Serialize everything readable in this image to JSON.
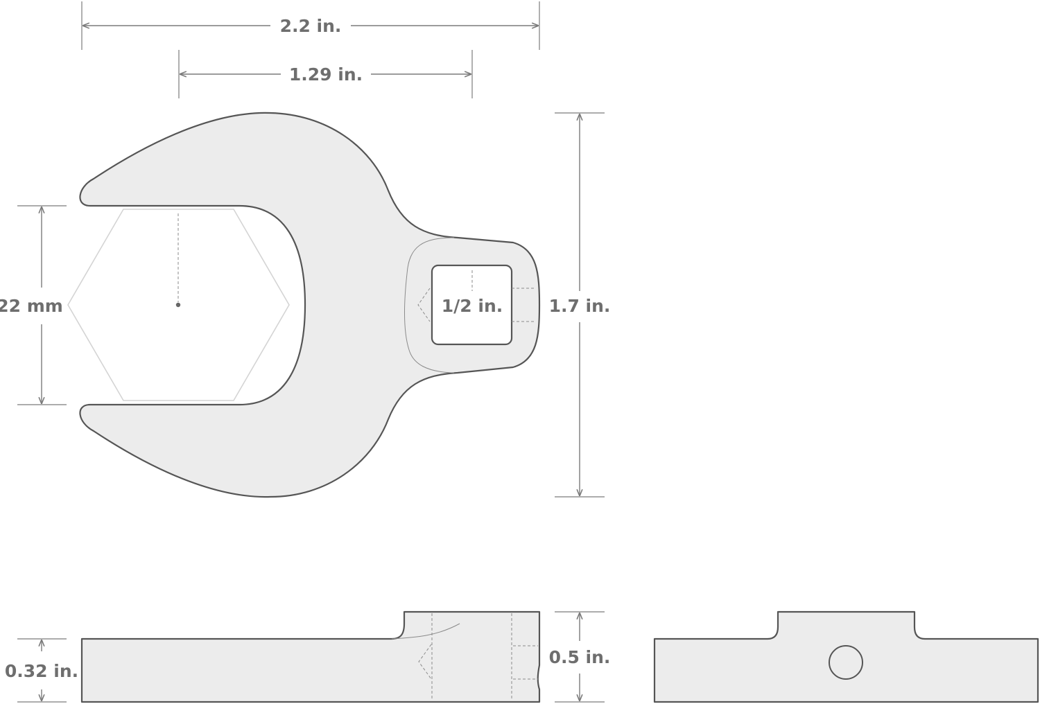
{
  "dimensions": {
    "overall_width": "2.2 in.",
    "head_to_drive_width": "1.29 in.",
    "overall_height": "1.7 in.",
    "opening_size": "22 mm",
    "drive_size": "1/2 in.",
    "body_thickness": "0.32 in.",
    "drive_thickness": "0.5 in."
  },
  "colors": {
    "body_fill": "#ececec",
    "outline": "#555555",
    "dimension": "#6e6e6e"
  }
}
